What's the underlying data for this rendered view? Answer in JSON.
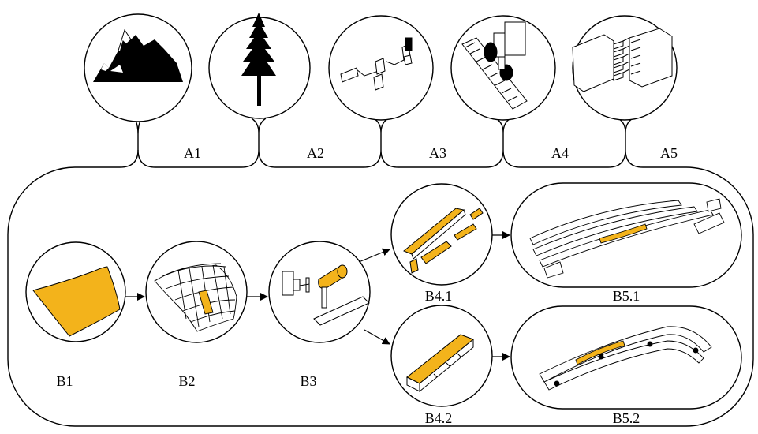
{
  "colors": {
    "stroke": "#000000",
    "accent": "#f3b31b",
    "fill": "#ffffff"
  },
  "top_row": [
    {
      "id": "A1",
      "label": "A1",
      "icon": "mountain-icon"
    },
    {
      "id": "A2",
      "label": "A2",
      "icon": "tree-icon"
    },
    {
      "id": "A3",
      "label": "A3",
      "icon": "board-pieces-icon"
    },
    {
      "id": "A4",
      "label": "A4",
      "icon": "sawmill-icon"
    },
    {
      "id": "A5",
      "label": "A5",
      "icon": "finger-joint-icon"
    }
  ],
  "bottom_row": {
    "B1": "B1",
    "B2": "B2",
    "B3": "B3",
    "B4_1": "B4.1",
    "B4_2": "B4.2",
    "B5_1": "B5.1",
    "B5_2": "B5.2"
  }
}
